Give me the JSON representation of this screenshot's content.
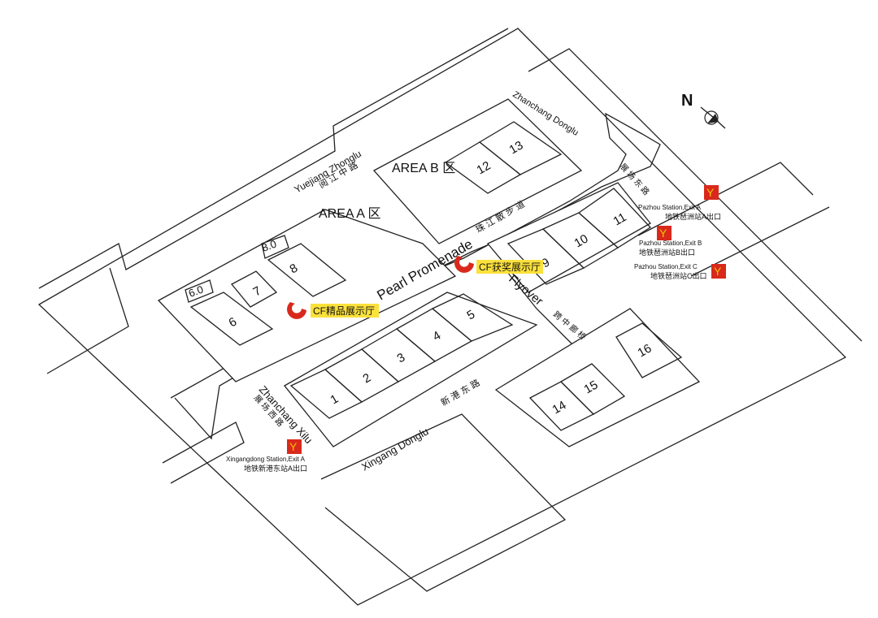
{
  "areas": {
    "a": "AREA A 区",
    "b": "AREA B 区"
  },
  "halls": [
    "1",
    "2",
    "3",
    "4",
    "5",
    "6",
    "7",
    "8",
    "9",
    "10",
    "11",
    "12",
    "13",
    "14",
    "15",
    "16",
    "6.0",
    "8.0"
  ],
  "roads": {
    "zhanchang_donglu": "Zhanchang Donglu",
    "yuejiang_zhonglu": "Yuejiang Zhonglu",
    "yuejiang_zhonglu_cn": "阅 江 中 路",
    "pearl_promenade": "Pearl Promenade",
    "pearl_promenade_cn": "珠 江 散 步 道",
    "flyover": "Flyover",
    "flyover_cn": "跨 中 廊 桥",
    "zhanchang_xilu": "Zhanchang Xilu",
    "zhanchang_xilu_cn": "展 场 西 路",
    "xingang_donglu": "Xingang Donglu",
    "xingang_donglu_cn": "新 港 东 路",
    "zhanchang_donglu_cn": "展 场 东 路"
  },
  "halls_labels": {
    "cf_jingpin": "CF精品展示厅",
    "cf_huojiang": "CF获奖展示厅"
  },
  "stations": [
    {
      "en": "Pazhou Station,Exit A",
      "cn": "地铁琶洲站A出口"
    },
    {
      "en": "Pazhou Station,Exit B",
      "cn": "地铁琶洲站B出口"
    },
    {
      "en": "Pazhou Station,Exit C",
      "cn": "地铁琶洲站C出口"
    },
    {
      "en": "Xingangdong Station,Exit A",
      "cn": "地铁新港东站A出口"
    }
  ],
  "compass": "N",
  "colors": {
    "metro_icon": "#d9291c",
    "metro_icon_mark": "#f2c200",
    "cf_logo": "#d9291c",
    "cf_label_bg": "#fbe13c"
  }
}
